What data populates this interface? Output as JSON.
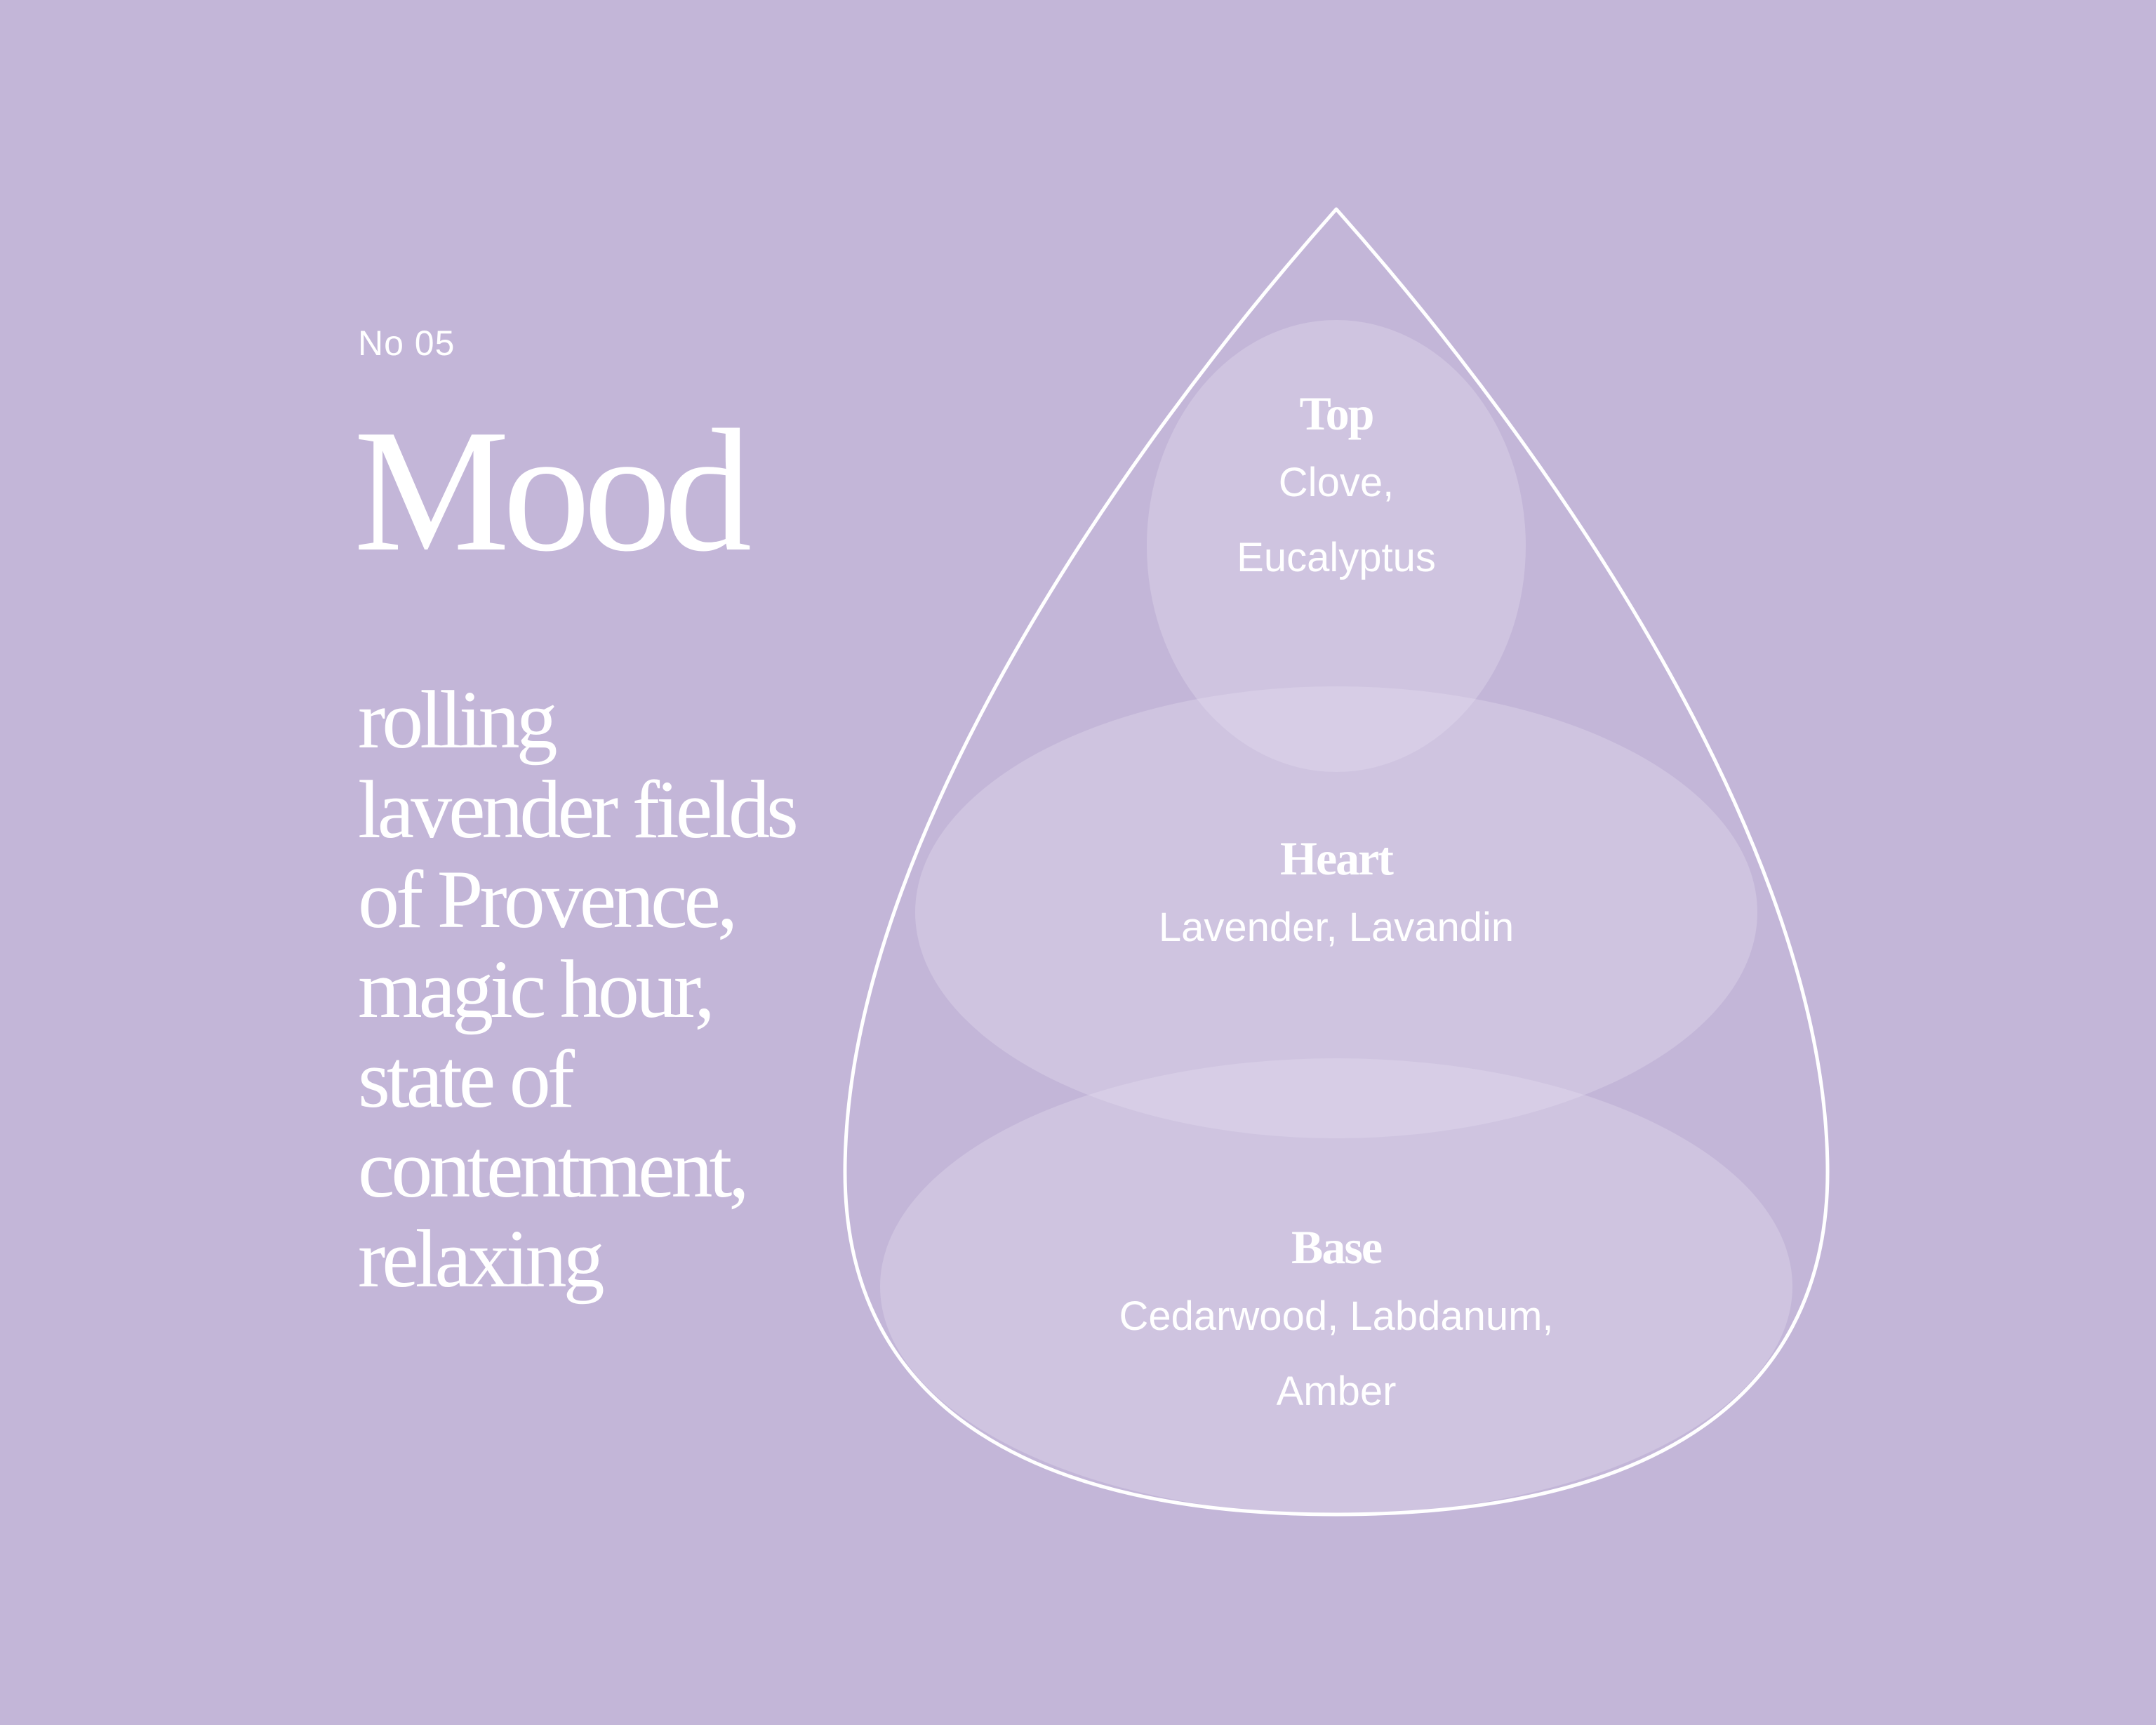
{
  "header": {
    "edition": "No 05",
    "title": "Mood"
  },
  "mood_lines": [
    "rolling",
    "lavender fields",
    "of Provence,",
    "magic hour,",
    "state of",
    "contentment,",
    "relaxing"
  ],
  "notes": {
    "top": {
      "tier": "Top",
      "items": "Clove, Eucalyptus"
    },
    "heart": {
      "tier": "Heart",
      "items": "Lavender, Lavandin"
    },
    "base": {
      "tier": "Base",
      "items": "Cedarwood, Labdanum, Amber"
    }
  },
  "colors": {
    "background": "#c3b6d8",
    "text": "#ffffff",
    "note_fill": "#e6e0f0",
    "drop_outline": "#ffffff"
  },
  "icons": {
    "shape": "drop-outline"
  }
}
